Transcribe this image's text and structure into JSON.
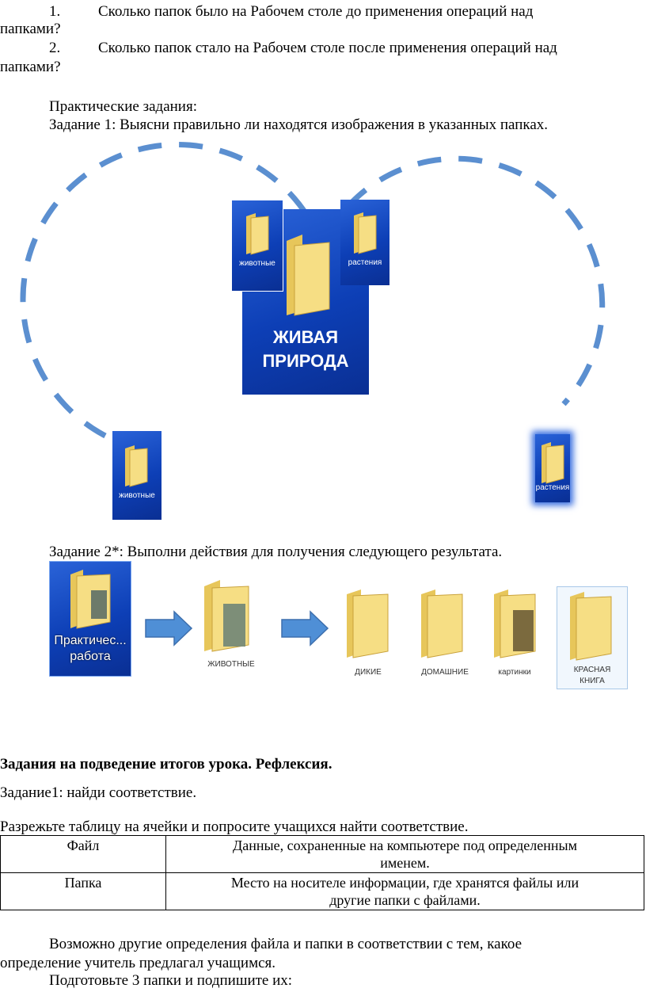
{
  "questions": [
    {
      "num": "1.",
      "line1": "Сколько папок было на Рабочем столе до применения операций над",
      "line2": "папками?"
    },
    {
      "num": "2.",
      "line1": "Сколько папок стало на Рабочем столе после применения операций над",
      "line2": "папками?"
    }
  ],
  "practical_heading": "Практические задания:",
  "task1": {
    "text": "Задание 1: Выясни правильно ли находятся изображения в указанных папках.",
    "labels": {
      "animals_small": "животные",
      "plants_small": "растения",
      "big_line1": "ЖИВАЯ",
      "big_line2": "ПРИРОДА",
      "animals_bottom": "животные",
      "plants_bottom": "растения"
    }
  },
  "task2": {
    "text": "Задание 2*: Выполни действия для получения следующего результата.",
    "start_line1": "Практичес...",
    "start_line2": "работа",
    "middle": "ЖИВОТНЫЕ",
    "results": [
      "ДИКИЕ",
      "ДОМАШНИЕ",
      "картинки"
    ],
    "red_book_line1": "КРАСНАЯ",
    "red_book_line2": "КНИГА"
  },
  "summary_heading": "Задания на подведение итогов урока. Рефлексия.",
  "task_match": "Задание1: найди соответствие.",
  "cut_instruction": "Разрежьте таблицу на ячейки и попросите учащихся найти соответствие.",
  "table": [
    {
      "term": "Файл",
      "def_line1": "Данные, сохраненные на компьютере под определенным",
      "def_line2": "именем."
    },
    {
      "term": "Папка",
      "def_line1": "Место на носителе информации, где хранятся файлы или",
      "def_line2": "другие папки с файлами."
    }
  ],
  "note_line1": "Возможно другие определения файла и папки в соответствии с тем, какое",
  "note_line2": "определение учитель предлагал учащимся.",
  "prepare": "Подготовьте  3 папки и подпишите их:",
  "colors": {
    "tile_blue": "#0d3fb6",
    "dash_blue": "#5b8fd0",
    "arrow_blue": "#4f8fd6",
    "folder_yellow": "#f3d97a"
  }
}
